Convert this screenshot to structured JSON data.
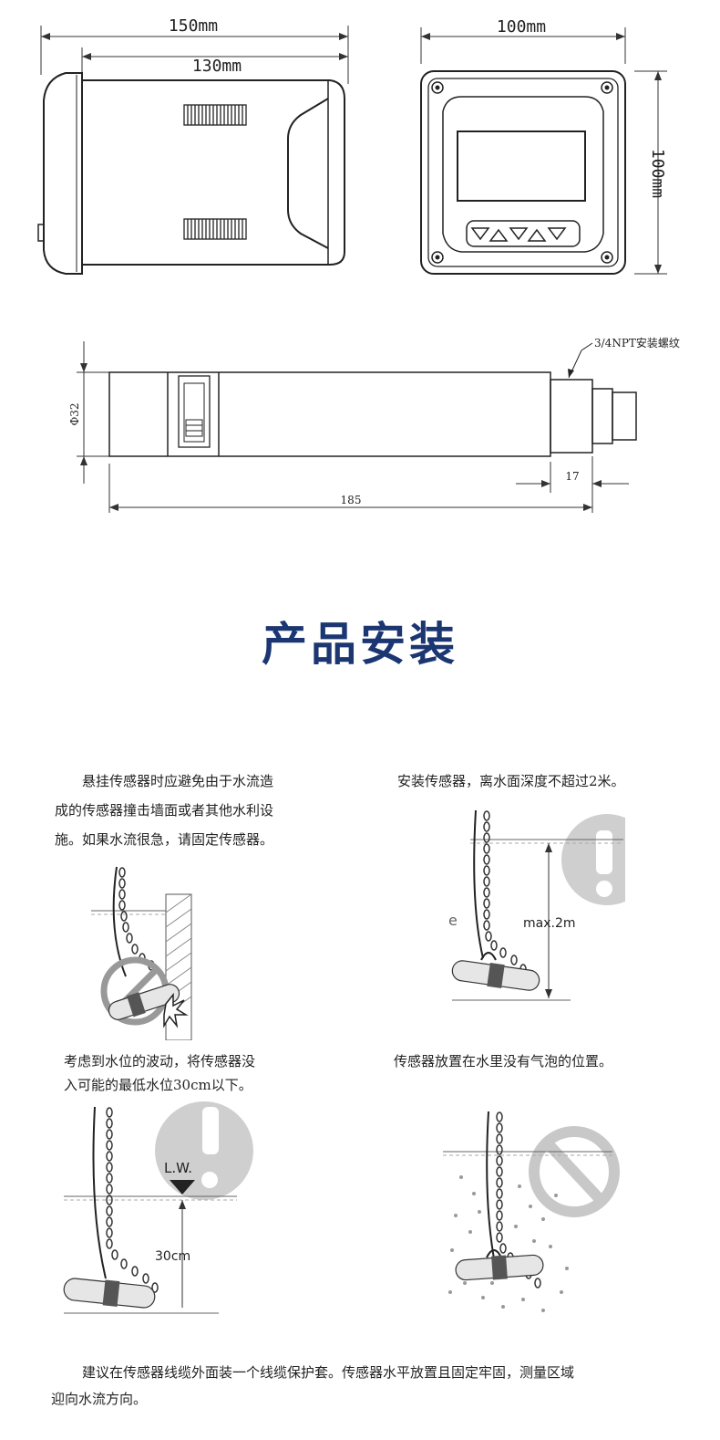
{
  "dimensions": {
    "overall_length": "150mm",
    "body_length": "130mm",
    "front_width": "100mm",
    "front_height": "100mm",
    "probe_diameter": "Φ32",
    "probe_length": "185",
    "thread_length": "17",
    "thread_label": "3/4NPT安装螺纹"
  },
  "section_title": "产品安装",
  "steps": [
    {
      "caption_lines": [
        "悬挂传感器时应避免由于水流造",
        "成的传感器撞击墙面或者其他水利设",
        "施。如果水流很急，请固定传感器。"
      ]
    },
    {
      "caption_lines": [
        "安装传感器，离水面深度不超过2米。"
      ],
      "depth_label": "max.2m"
    },
    {
      "caption_lines": [
        "考虑到水位的波动，将传感器没",
        "入可能的最低水位30cm以下。"
      ],
      "level_label": "L.W.",
      "depth_label": "30cm"
    },
    {
      "caption_lines": [
        "传感器放置在水里没有气泡的位置。"
      ]
    }
  ],
  "footer_lines": [
    "建议在传感器线缆外面装一个线缆保护套。传感器水平放置且固定牢固，测量区域",
    "迎向水流方向。"
  ]
}
